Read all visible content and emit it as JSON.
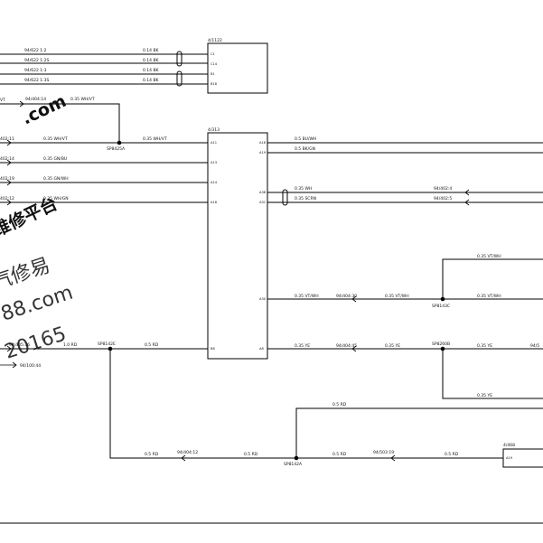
{
  "modules": {
    "m1122": {
      "label": "4/1122",
      "pins": [
        "C1",
        "C14",
        "B1",
        "B18"
      ]
    },
    "m313": {
      "label": "4/313",
      "pins_left": [
        "A11",
        "A13",
        "A14",
        "A18",
        "B8"
      ],
      "pins_right": [
        "A16",
        "A19",
        "A38",
        "A31",
        "A30",
        "A8"
      ]
    },
    "m468": {
      "label": "4/468",
      "pin": "A19"
    }
  },
  "bk_wires": [
    {
      "ref": "94/622 1:2",
      "spec": "0.14 BK"
    },
    {
      "ref": "94/622 1:2S",
      "spec": "0.14 BK"
    },
    {
      "ref": "94/622 1:3",
      "spec": "0.14 BK"
    },
    {
      "ref": "94/622 1:3S",
      "spec": "0.14 BK"
    }
  ],
  "wires": {
    "top_vt_left": "VT",
    "top_ref": "94/404:14",
    "top_spec": "0.35 WH/VT",
    "a11_ref": "402:11",
    "a11_spec_left": "0.35 WH/VT",
    "a11_spec_right": "0.35 WH/VT",
    "a13_ref": "402:14",
    "a13_spec": "0.35 GN/BU",
    "a14_ref": "402:19",
    "a14_spec": "0.35 GN/WH",
    "a18_ref": "402:12",
    "a18_spec": "0.35 WH/GN",
    "r16_spec": "0.5 BU/WH",
    "r19_spec": "0.5 BK/GN",
    "r38_spec": "0.35 WH",
    "r38_ref": "94/402:4",
    "r31_spec": "0.35 SCRN",
    "r31_ref": "94/402:5",
    "vt_upper_spec": "0.35 VT/WH",
    "r30_spec1": "0.35 VT/WH",
    "r30_ref": "94/404:30",
    "r30_spec2": "0.35 VT/WH",
    "r30_spec3": "0.35 VT/WH",
    "r8_spec1": "0.35 YE",
    "r8_ref": "94/404:45",
    "r8_spec2": "0.35 YE",
    "r8_spec3": "0.35 YE",
    "r8_ref_right": "94/5",
    "ye_lower_spec": "0.35 YE",
    "b8_ref": "94/405:36",
    "b8_spec_left": "1.0 RD",
    "b8_spec_right": "0.5 RD",
    "gnd_ref": "94/100:44",
    "rd_upper_spec": "0.5 RD",
    "bot_spec1": "0.5 RD",
    "bot_ref1": "94/404:12",
    "bot_spec2": "0.5 RD",
    "bot_spec3": "0.5 RD",
    "bot_ref2": "94/503:19",
    "bot_spec4": "0.5 RD"
  },
  "splices": {
    "sp425a": "SP8425A",
    "sp143c": "SP8143C",
    "sp142e": "SP8142E",
    "sp260b": "SP8260B",
    "sp142a": "SP8142A"
  },
  "watermarks": {
    "dotcom": ".com",
    "cjk1": "维修平台",
    "cjk2": "汽修易",
    "domain": "88.com",
    "digits": "20165"
  }
}
